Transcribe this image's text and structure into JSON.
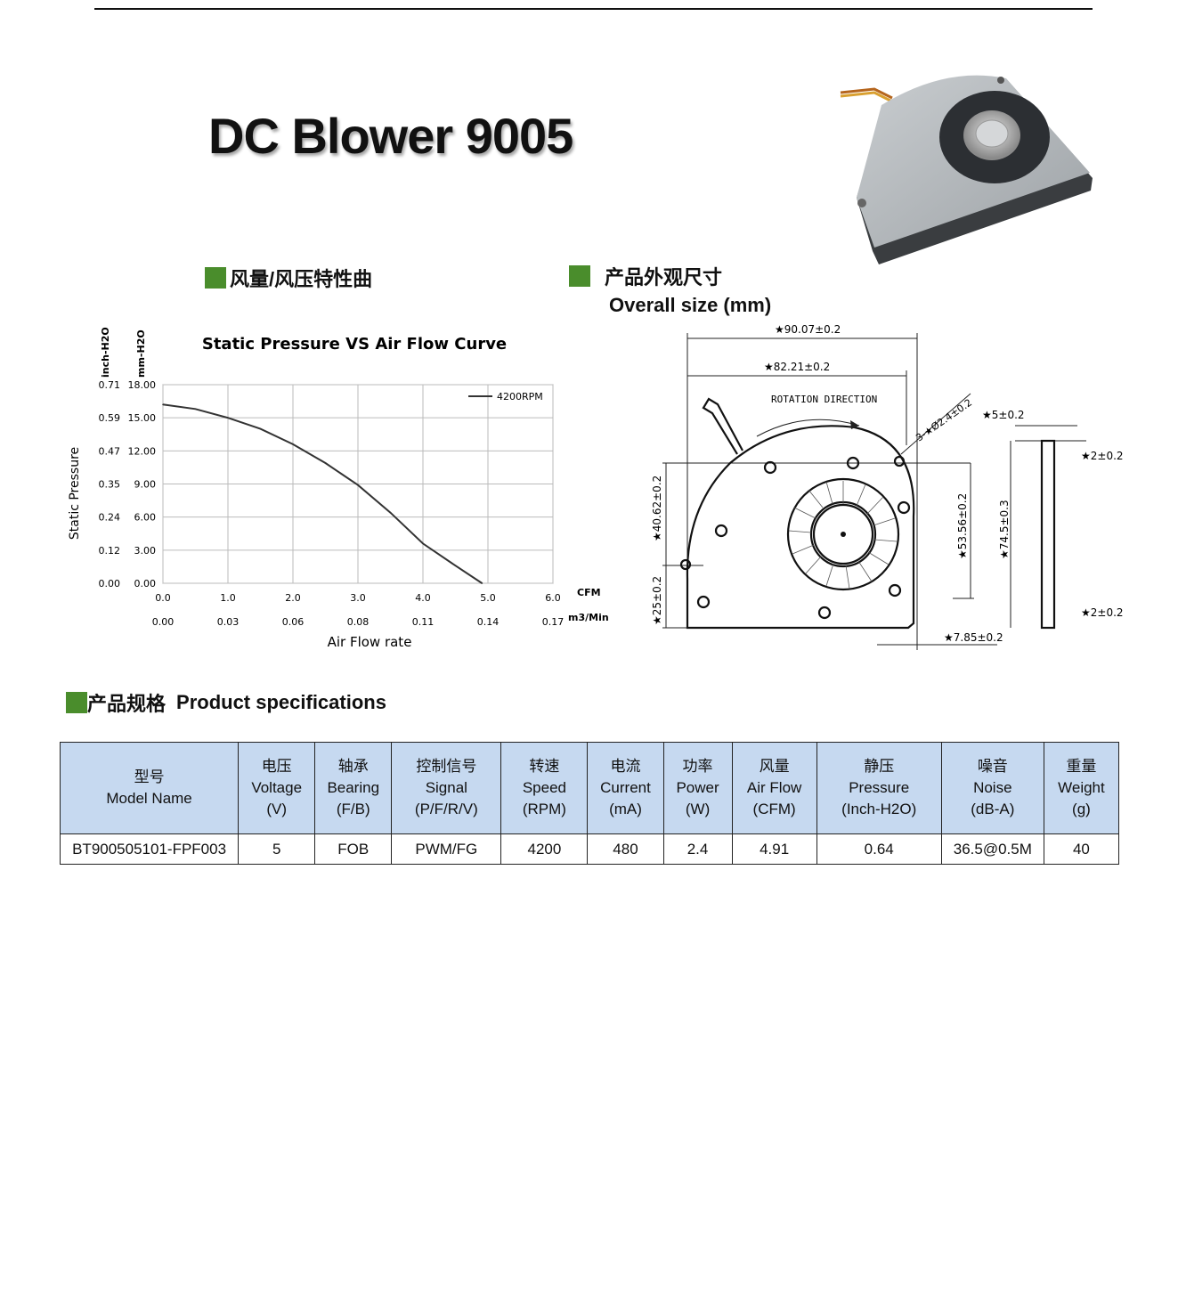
{
  "page": {
    "title": "DC Blower 9005"
  },
  "sections": {
    "curve": {
      "label": "风量/风压特性曲"
    },
    "size": {
      "label_cn": "产品外观尺寸",
      "label_en": "Overall size (mm)"
    },
    "specs": {
      "label_cn": "产品规格",
      "label_en": "Product specifications"
    }
  },
  "chart_data": {
    "type": "line",
    "title": "Static Pressure VS Air Flow Curve",
    "xlabel": "Air Flow rate",
    "ylabel": "Static Pressure",
    "x_unit_primary": "CFM",
    "x_unit_secondary": "m3/Min",
    "y_unit_primary": "mm-H2O",
    "y_unit_secondary": "inch-H2O",
    "xlim": [
      0,
      6
    ],
    "ylim": [
      0,
      18
    ],
    "x_ticks": [
      "0.0",
      "1.0",
      "2.0",
      "3.0",
      "4.0",
      "5.0",
      "6.0"
    ],
    "x_ticks_secondary": [
      "0.00",
      "0.03",
      "0.06",
      "0.08",
      "0.11",
      "0.14",
      "0.17"
    ],
    "y_ticks": [
      "0.00",
      "3.00",
      "6.00",
      "9.00",
      "12.00",
      "15.00",
      "18.00"
    ],
    "y_ticks_secondary": [
      "0.00",
      "0.12",
      "0.24",
      "0.35",
      "0.47",
      "0.59",
      "0.71"
    ],
    "grid": true,
    "legend": "top-right",
    "series": [
      {
        "name": "4200RPM",
        "x": [
          0.0,
          0.5,
          1.0,
          1.5,
          2.0,
          2.5,
          3.0,
          3.5,
          4.0,
          4.5,
          4.91
        ],
        "y": [
          16.2,
          15.8,
          15.0,
          14.0,
          12.6,
          10.9,
          8.9,
          6.4,
          3.6,
          1.6,
          0.0
        ]
      }
    ]
  },
  "drawing": {
    "dim_width_total": "★90.07±0.2",
    "dim_width_inner": "★82.21±0.2",
    "rotation_label": "ROTATION DIRECTION",
    "hole_label": "3-★Ø2.4±0.2",
    "dim_height_upper": "★40.62±0.2",
    "dim_height_lower": "★25±0.2",
    "dim_height_mid": "★53.56±0.2",
    "dim_height_total": "★74.5±0.3",
    "dim_depth": "★5±0.2",
    "dim_flange_top": "★2±0.2",
    "dim_flange_bottom": "★2±0.2",
    "dim_offset": "★7.85±0.2"
  },
  "spec_table": {
    "headers": [
      {
        "cn": "型号",
        "en": "Model Name",
        "unit": ""
      },
      {
        "cn": "电压",
        "en": "Voltage",
        "unit": "(V)"
      },
      {
        "cn": "轴承",
        "en": "Bearing",
        "unit": "(F/B)"
      },
      {
        "cn": "控制信号",
        "en": "Signal",
        "unit": "(P/F/R/V)"
      },
      {
        "cn": "转速",
        "en": "Speed",
        "unit": "(RPM)"
      },
      {
        "cn": "电流",
        "en": "Current",
        "unit": "(mA)"
      },
      {
        "cn": "功率",
        "en": "Power",
        "unit": "(W)"
      },
      {
        "cn": "风量",
        "en": "Air Flow",
        "unit": "(CFM)"
      },
      {
        "cn": "静压",
        "en": "Pressure",
        "unit": "(Inch-H2O)"
      },
      {
        "cn": "噪音",
        "en": "Noise",
        "unit": "(dB-A)"
      },
      {
        "cn": "重量",
        "en": "Weight",
        "unit": "(g)"
      }
    ],
    "rows": [
      [
        "BT900505101-FPF003",
        "5",
        "FOB",
        "PWM/FG",
        "4200",
        "480",
        "2.4",
        "4.91",
        "0.64",
        "36.5@0.5M",
        "40"
      ]
    ]
  },
  "colors": {
    "accent_green": "#4a8d2c",
    "header_blue": "#c6d9f0"
  }
}
